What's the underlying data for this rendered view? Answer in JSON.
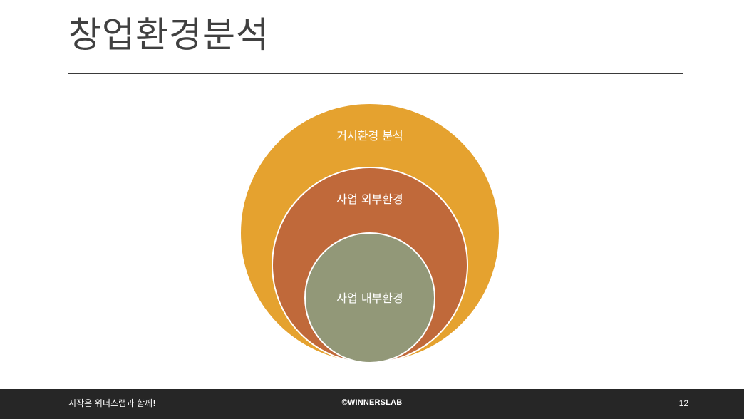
{
  "title": "창업환경분석",
  "diagram": {
    "layers": [
      {
        "label": "거시환경 분석",
        "color": "#E5A22F"
      },
      {
        "label": "사업 외부환경",
        "color": "#C0693A"
      },
      {
        "label": "사업 내부환경",
        "color": "#929878"
      }
    ],
    "outline_color": "#ffffff",
    "text_color": "#ffffff"
  },
  "footer": {
    "tagline": "시작은 위너스랩과 함께!",
    "brand": "©WINNERSLAB",
    "page_number": "12"
  }
}
